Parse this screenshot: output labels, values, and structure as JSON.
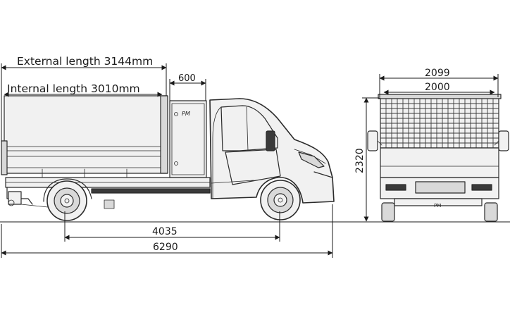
{
  "dimensions": {
    "external_length": "External length 3144mm",
    "internal_length": "Internal length 3010mm",
    "cab_box": "600",
    "wheelbase": "4035",
    "overall_length": "6290",
    "overall_width": "2099",
    "body_width": "2000",
    "overall_height": "2320"
  },
  "colors": {
    "line": "#1a1a1a",
    "body": "#f1f1f1",
    "shade": "#d9d9d9",
    "dark": "#3a3a3a"
  }
}
